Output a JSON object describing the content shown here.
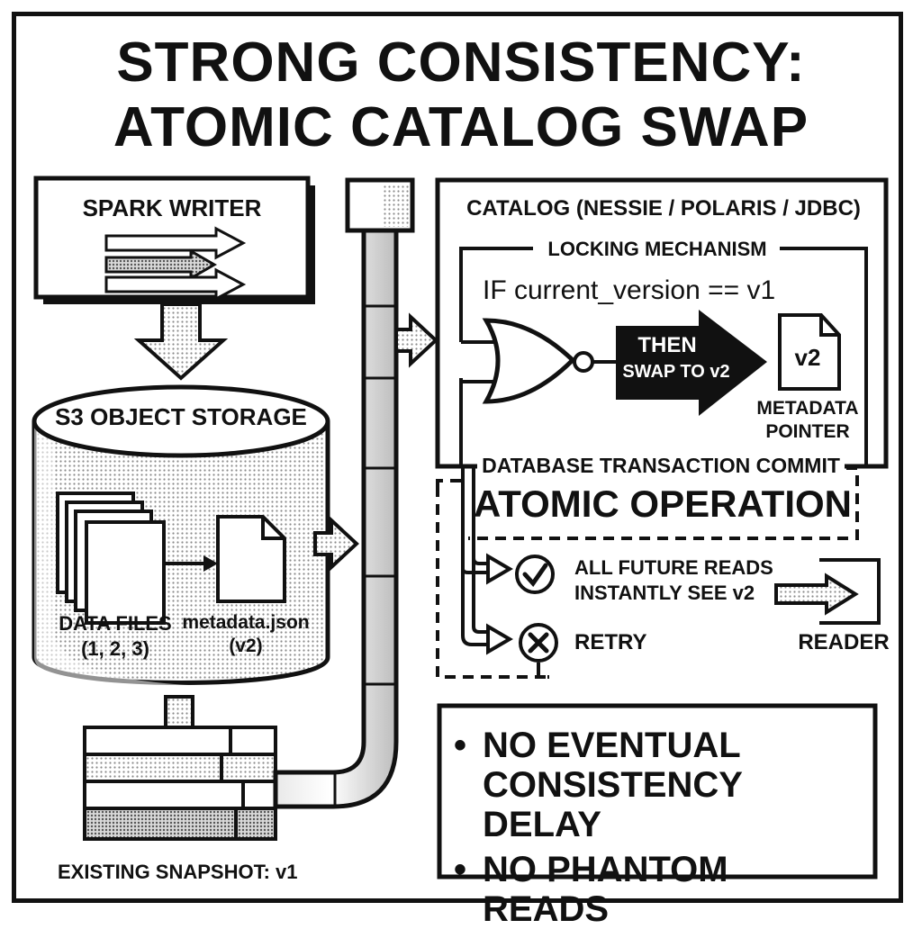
{
  "title": {
    "line1": "STRONG CONSISTENCY:",
    "line2": "ATOMIC CATALOG SWAP"
  },
  "writer": {
    "label": "SPARK WRITER"
  },
  "storage": {
    "label": "S3 OBJECT STORAGE",
    "data_files_label": "DATA FILES",
    "data_files_ids": "(1, 2, 3)",
    "metadata_file": "metadata.json",
    "metadata_version": "(v2)"
  },
  "snapshot": {
    "label": "EXISTING SNAPSHOT: v1"
  },
  "catalog": {
    "title": "CATALOG (NESSIE / POLARIS / JDBC)",
    "locking_label": "LOCKING MECHANISM",
    "condition": "IF current_version == v1",
    "then_line1": "THEN",
    "then_line2": "SWAP TO v2",
    "pointer_version": "v2",
    "pointer_line1": "METADATA",
    "pointer_line2": "POINTER",
    "commit_label": "DATABASE TRANSACTION COMMIT",
    "atomic_label": "ATOMIC OPERATION"
  },
  "outcomes": {
    "success_line1": "ALL FUTURE READS",
    "success_line2": "INSTANTLY SEE v2",
    "success_icon": "check-circle-icon",
    "failure_label": "RETRY",
    "failure_icon": "x-circle-icon",
    "reader_label": "READER"
  },
  "guarantees": [
    {
      "bullet": "•",
      "text": "NO EVENTUAL CONSISTENCY DELAY"
    },
    {
      "bullet": "•",
      "text": "NO PHANTOM READS"
    }
  ]
}
